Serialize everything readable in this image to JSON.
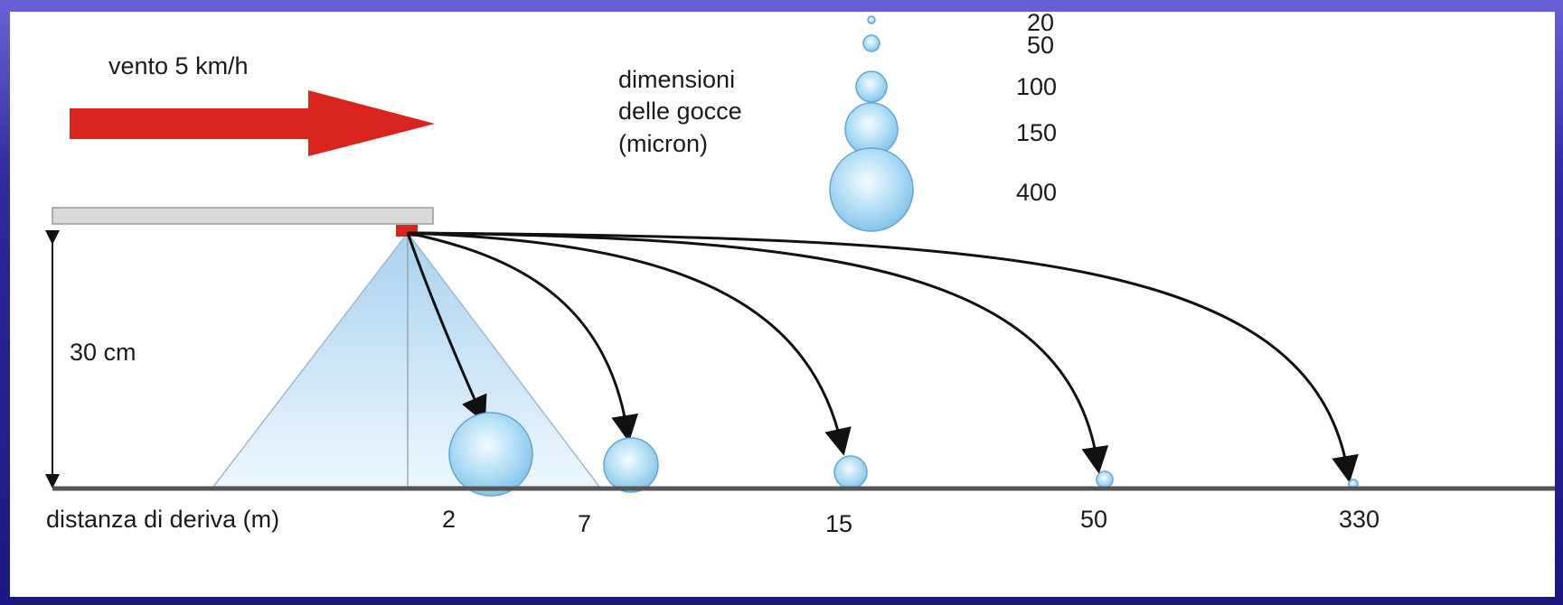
{
  "wind": {
    "label": "vento 5 km/h",
    "arrow_color": "#d8241c"
  },
  "legend": {
    "title_lines": [
      "dimensioni",
      "delle gocce",
      "(micron)"
    ],
    "sizes": [
      "20",
      "50",
      "100",
      "150",
      "400"
    ]
  },
  "height_label": "30 cm",
  "ground": {
    "label": "distanza di deriva (m)",
    "ticks": [
      "2",
      "7",
      "15",
      "50",
      "330"
    ]
  },
  "colors": {
    "droplet_fill": "#a8d8f2",
    "droplet_stroke": "#5fa8d4",
    "nozzle": "#d8241c",
    "boom": "#d9d9d9",
    "spray_cone": "#cfe6f7",
    "trajectory": "#1a1a1a"
  }
}
